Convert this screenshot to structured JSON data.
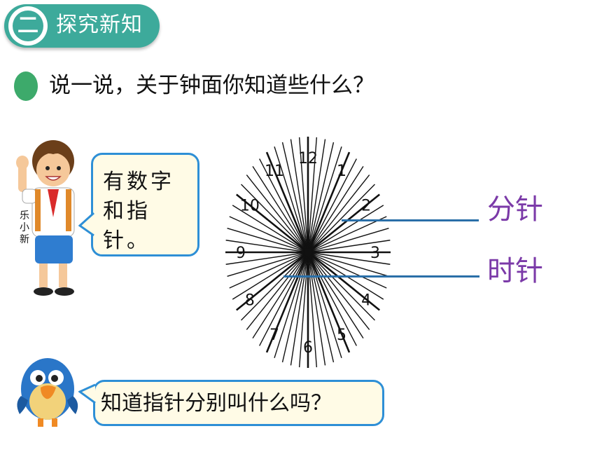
{
  "section": {
    "number": "二",
    "title": "探究新知"
  },
  "question": "说一说，关于钟面你知道些什么？",
  "boy": {
    "label": "乐小新",
    "speech": "有数字和指针。"
  },
  "bird": {
    "speech": "知道指针分别叫什么吗？"
  },
  "clock": {
    "numbers": [
      "1",
      "2",
      "3",
      "4",
      "5",
      "6",
      "7",
      "8",
      "9",
      "10",
      "11",
      "12"
    ]
  },
  "labels": {
    "minute_hand": "分针",
    "hour_hand": "时针"
  },
  "colors": {
    "accent": "#3daa9b",
    "bubble_border": "#2e8fd6",
    "label": "#7b3aa8",
    "pointer_line": "#2a6fa8"
  }
}
